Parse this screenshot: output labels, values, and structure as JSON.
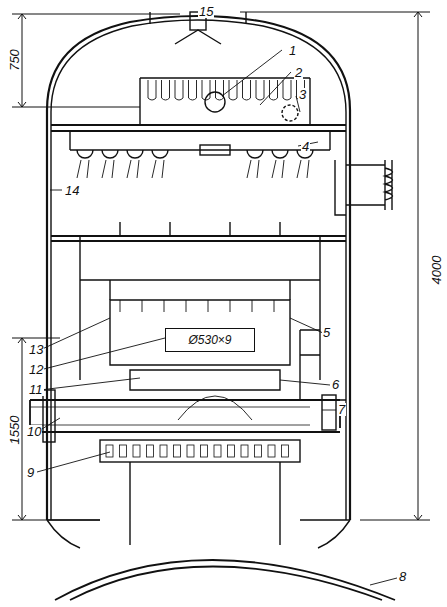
{
  "diagram": {
    "nodes": [
      {
        "text": [
          "Ø530×9"
        ]
      }
    ],
    "labels": [
      "15",
      "750",
      "4000",
      "1",
      "2",
      "3",
      "4",
      "14",
      "13",
      "5",
      "12",
      "11",
      "6",
      "7",
      "10",
      "9",
      "8",
      "1550"
    ]
  }
}
